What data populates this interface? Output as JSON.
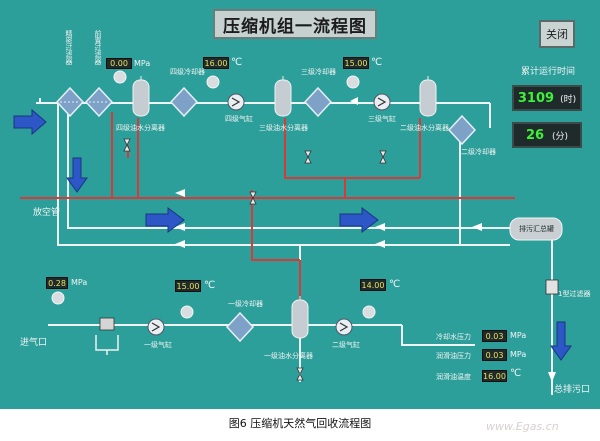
{
  "title": "压缩机组一流程图",
  "close_label": "关闭",
  "runtime": {
    "label": "累计运行时间",
    "hours_value": "3109",
    "hours_unit": "(时)",
    "minutes_value": "26",
    "minutes_unit": "(分)"
  },
  "gauges": {
    "top_pressure": {
      "value": "0.00",
      "unit": "MPa"
    },
    "top_temp_1": {
      "value": "16.00",
      "unit": "℃"
    },
    "top_temp_2": {
      "value": "15.00",
      "unit": "℃"
    },
    "inlet_pressure": {
      "value": "0.28",
      "unit": "MPa"
    },
    "mid_temp_1": {
      "value": "15.00",
      "unit": "℃"
    },
    "mid_temp_2": {
      "value": "14.00",
      "unit": "℃"
    }
  },
  "readouts": [
    {
      "label": "冷却水压力",
      "value": "0.03",
      "unit": "MPa"
    },
    {
      "label": "润滑油压力",
      "value": "0.03",
      "unit": "MPa"
    },
    {
      "label": "润滑油温度",
      "value": "16.00",
      "unit": "℃"
    }
  ],
  "labels": {
    "filter_a": "精密过滤器",
    "filter_b": "前置过滤器",
    "sep_4": "四级油水分离器",
    "cooler_4": "四级冷却器",
    "cyl_4": "四级气缸",
    "sep_3": "三级油水分离器",
    "cooler_3": "三级冷却器",
    "cyl_3": "三级气缸",
    "sep_2": "二级油水分离器",
    "cooler_2": "二级冷却器",
    "vent": "放空管",
    "drain_tank": "排污汇总罐",
    "inlet": "进气口",
    "cyl_1": "一级气缸",
    "cooler_1": "一级冷却器",
    "sep_1": "一级油水分离器",
    "cyl_2": "二级气缸",
    "drain_valve": "1型过滤器",
    "drain_out": "总排污口"
  },
  "caption": "图6  压缩机天然气回收流程图",
  "watermark": "www.Egas.cn"
}
